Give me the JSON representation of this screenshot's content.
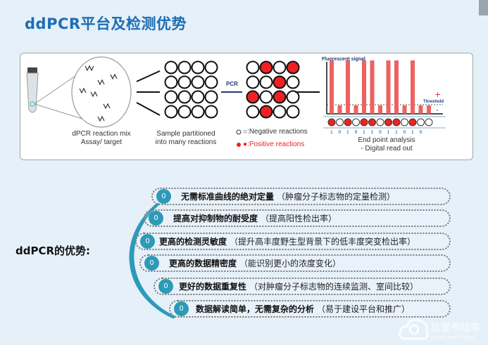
{
  "title": "ddPCR平台及检测优势",
  "diagram": {
    "label_mix": "dPCR reaction mix",
    "label_assay": "Assay/ target",
    "label_sample": "Sample partitioned",
    "label_into": "into many reactions",
    "pcr": "PCR",
    "negative": "○:Negative  reactions",
    "positive": "●:Positive  reactions",
    "fluorescent": "Fluorescent signal",
    "threshold": "Threshold",
    "plus": "+",
    "minus": "-",
    "readout": [
      "1",
      "0",
      "1",
      "0",
      "1",
      "1",
      "0",
      "1",
      "1",
      "0",
      "1",
      "0"
    ],
    "end_point": "End point analysis",
    "digital": "- Digital read out",
    "colors": {
      "positive": "#ee2222",
      "bar": "#f06060",
      "axis": "#1e3a7a"
    }
  },
  "advantages_label": "ddPCR的优势:",
  "items": [
    {
      "num": "0",
      "main": "无需标准曲线的绝对定量",
      "detail": "（肿瘤分子标志物的定量检测）"
    },
    {
      "num": "0",
      "main": "提高对抑制物的耐受度",
      "detail": "（提高阳性检出率）"
    },
    {
      "num": "0",
      "main": "更高的检测灵敏度",
      "detail": "（提升高丰度野生型背景下的低丰度突变检出率）"
    },
    {
      "num": "0",
      "main": "更高的数据精密度",
      "detail": "（能识别更小的浓度变化）"
    },
    {
      "num": "0",
      "main": "更好的数据重复性",
      "detail": "（对肿瘤分子标志物的连续监测、室间比较）"
    },
    {
      "num": "0",
      "main": "数据解读简单，无需复杂的分析",
      "detail": "（易于建设平台和推广）"
    }
  ],
  "watermark": {
    "cn": "玖壹叁陆零",
    "en": "91360 MED TECH"
  }
}
